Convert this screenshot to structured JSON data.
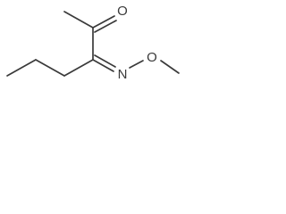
{
  "structure": {
    "atom_labels": {
      "oxygen_carbonyl": "O",
      "nitrogen": "N",
      "oxygen_ether": "O"
    }
  }
}
